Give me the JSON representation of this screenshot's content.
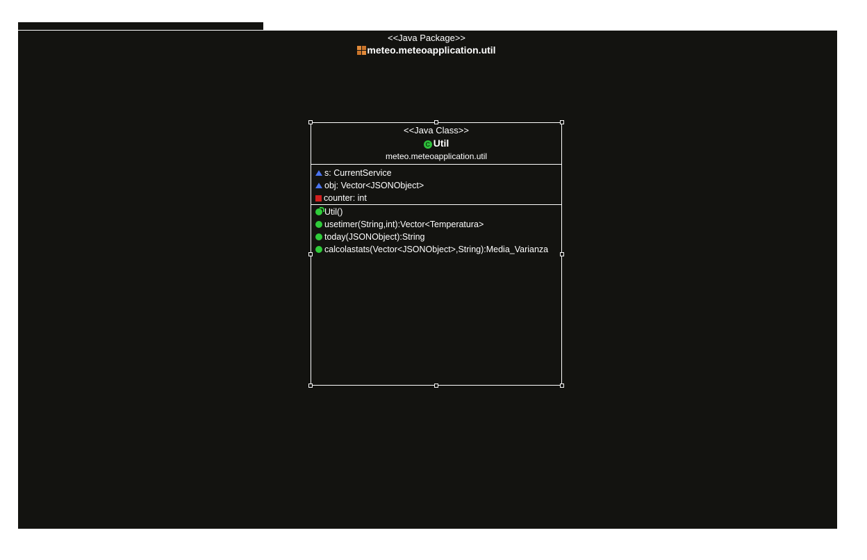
{
  "package": {
    "stereotype": "<<Java Package>>",
    "name": "meteo.meteoapplication.util",
    "icon": "package-icon"
  },
  "class": {
    "stereotype": "<<Java Class>>",
    "name": "Util",
    "badge": "C",
    "package": "meteo.meteoapplication.util",
    "attributes": [
      {
        "visibility": "package",
        "icon": "triangle-icon",
        "text": "s: CurrentService"
      },
      {
        "visibility": "package",
        "icon": "triangle-icon",
        "text": "obj: Vector<JSONObject>"
      },
      {
        "visibility": "private",
        "icon": "square-icon",
        "text": "counter: int"
      }
    ],
    "operations": [
      {
        "visibility": "public",
        "constructor": true,
        "text": "Util()"
      },
      {
        "visibility": "public",
        "text": "usetimer(String,int):Vector<Temperatura>"
      },
      {
        "visibility": "public",
        "text": "today(JSONObject):String"
      },
      {
        "visibility": "public",
        "text": "calcolastats(Vector<JSONObject>,String):Media_Varianza"
      }
    ]
  },
  "colors": {
    "background": "#131310",
    "line": "#ffffff",
    "public": "#2fcc3a",
    "package_vis": "#4a74f0",
    "private_vis": "#d11f1f",
    "package_icon": "#e08a3a"
  }
}
